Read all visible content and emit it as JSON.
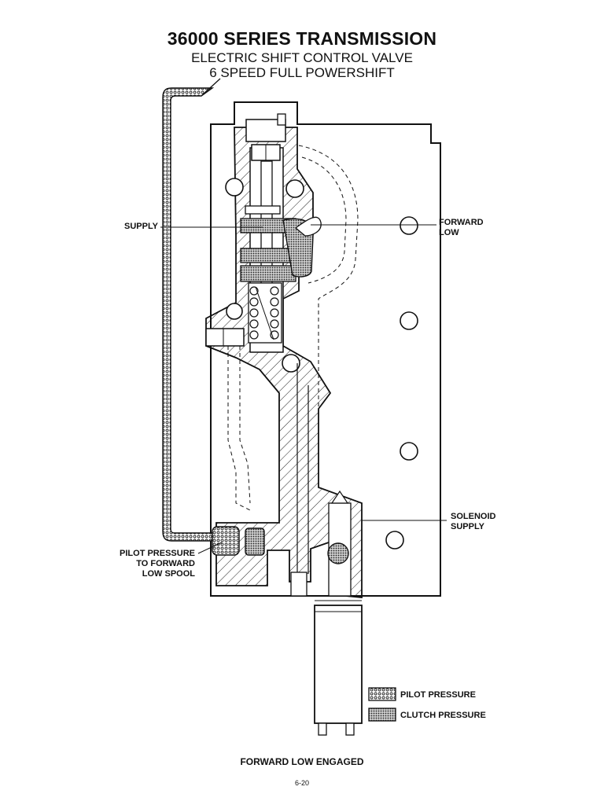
{
  "title": "36000 SERIES TRANSMISSION",
  "subtitle_1": "ELECTRIC SHIFT CONTROL VALVE",
  "subtitle_2": "6 SPEED FULL POWERSHIFT",
  "labels": {
    "supply": "SUPPLY",
    "forward_low_1": "FORWARD",
    "forward_low_2": "LOW",
    "solenoid_1": "SOLENOID",
    "solenoid_2": "SUPPLY",
    "pilot_1": "PILOT PRESSURE",
    "pilot_2": "TO FORWARD",
    "pilot_3": "LOW SPOOL"
  },
  "legend": {
    "pilot_pressure": "PILOT PRESSURE",
    "clutch_pressure": "CLUTCH PRESSURE"
  },
  "caption": "FORWARD LOW ENGAGED",
  "page_number": "6-20"
}
